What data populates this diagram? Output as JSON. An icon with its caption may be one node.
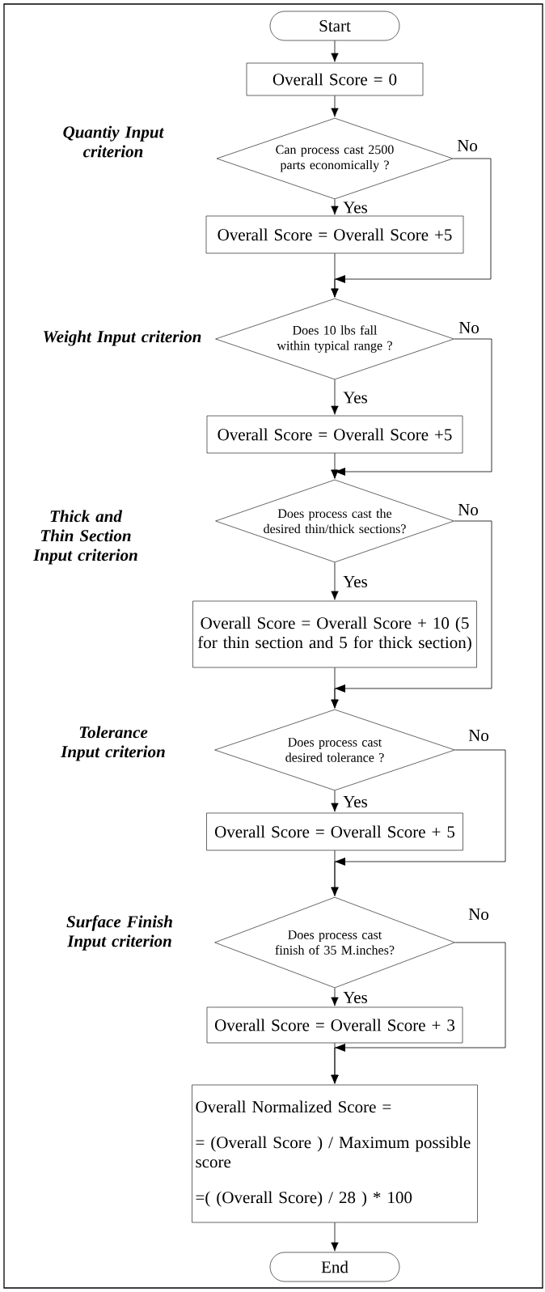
{
  "diagram": {
    "nodes": [
      {
        "text": [
          "Start"
        ]
      },
      {
        "text": [
          "Overall Score = 0"
        ]
      },
      {
        "text": [
          "Can process cast 2500 parts economically ?"
        ],
        "beside": [
          "Quantiy Input criterion"
        ]
      },
      {
        "text": [
          "Overall Score = Overall Score +5"
        ]
      },
      {
        "text": [
          "Does 10 lbs fall within typical range ?"
        ],
        "beside": [
          "Weight Input criterion"
        ]
      },
      {
        "text": [
          "Overall Score = Overall Score +5"
        ]
      },
      {
        "text": [
          "Does process cast the desired thin/thick sections?"
        ]
      },
      {
        "text": [
          "Overall Score = Overall Score + 10 (5 for thin section and 5 for thick section)"
        ]
      },
      {
        "text": [
          "Does process cast desired tolerance ?"
        ],
        "beside": [
          "Tolerance Input criterion"
        ]
      },
      {
        "text": [
          "Overall Score = Overall Score + 5"
        ]
      },
      {
        "text": [
          "Does process cast finish of 35 M.inches?"
        ],
        "beside": [
          "Surface Finish Input criterion"
        ]
      },
      {
        "text": [
          "Overall Score = Overall Score + 3"
        ]
      },
      {
        "text": [
          "Overall Normalized Score =",
          "= (Overall Score ) / Maximum possible score",
          "=( (Overall Score) / 28 ) * 100"
        ]
      },
      {
        "text": [
          "End"
        ]
      }
    ],
    "edges": [
      {
        "from": 0,
        "to": 1,
        "arrow": "to"
      },
      {
        "from": 1,
        "to": 2,
        "arrow": "to"
      },
      {
        "from": 2,
        "to": 3,
        "arrow": "to",
        "label": "Yes"
      },
      {
        "from": 2,
        "to": 4,
        "arrow": "to",
        "label": "No"
      },
      {
        "from": 3,
        "to": 4,
        "arrow": "to"
      },
      {
        "from": 4,
        "to": 5,
        "arrow": "to",
        "label": "Yes"
      },
      {
        "from": 4,
        "to": 6,
        "arrow": "to",
        "label": "No"
      },
      {
        "from": 5,
        "to": 6,
        "arrow": "to"
      },
      {
        "from": 6,
        "to": 7,
        "arrow": "to",
        "label": "Yes"
      },
      {
        "from": 6,
        "to": 8,
        "arrow": "to",
        "label": "No"
      },
      {
        "from": 7,
        "to": 8,
        "arrow": "to"
      },
      {
        "from": 8,
        "to": 9,
        "arrow": "to",
        "label": "Yes"
      },
      {
        "from": 8,
        "to": 10,
        "arrow": "to",
        "label": "No"
      },
      {
        "from": 9,
        "to": 10,
        "arrow": "to"
      },
      {
        "from": 10,
        "to": 11,
        "arrow": "to",
        "label": "Yes"
      },
      {
        "from": 10,
        "to": 12,
        "arrow": "to",
        "label": "No"
      },
      {
        "from": 11,
        "to": 12,
        "arrow": "to"
      },
      {
        "from": 12,
        "to": 13,
        "arrow": "to"
      }
    ],
    "labels": [
      "Thick and Thin Section Input criterion"
    ]
  }
}
